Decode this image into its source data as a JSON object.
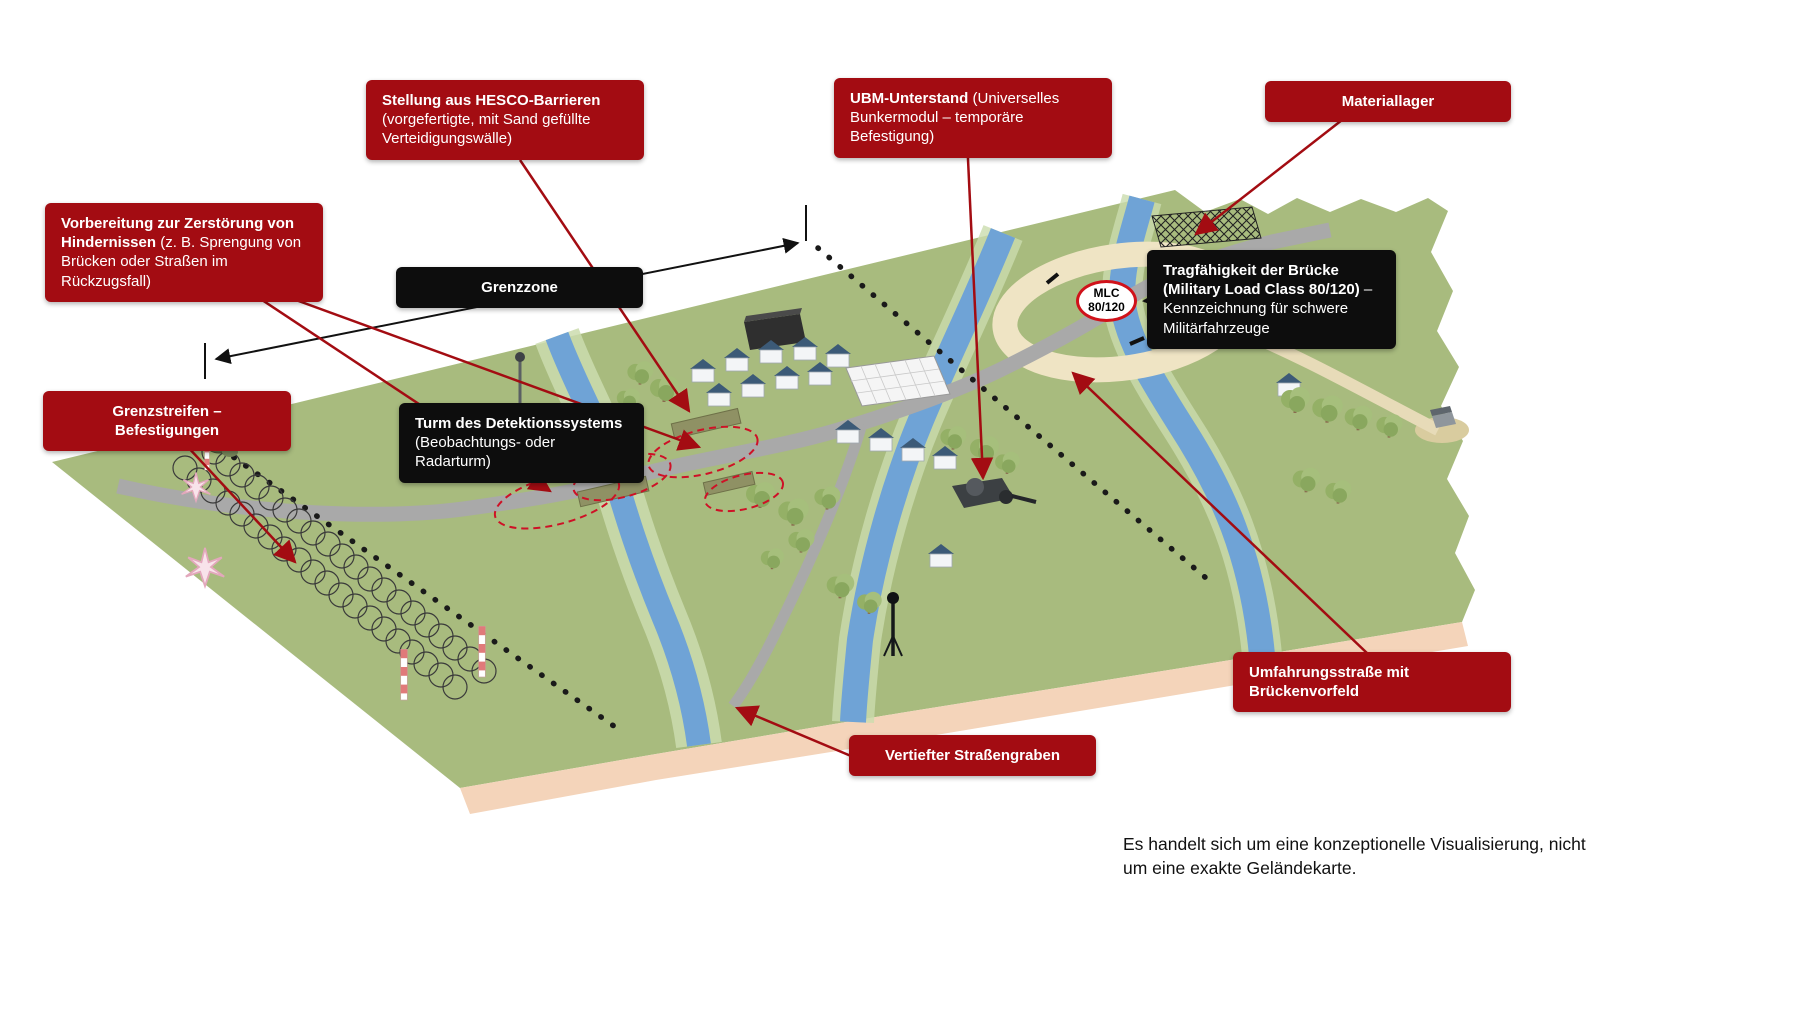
{
  "diagram": {
    "footer_note": "Es handelt sich um eine konzeptionelle Visualisierung, nicht um eine exakte Geländekarte.",
    "badge": {
      "line1": "MLC",
      "line2": "80/120"
    },
    "labels": {
      "hesco": {
        "title": "Stellung aus HESCO-Barrieren",
        "desc": "(vorgefertigte, mit Sand gefüllte Verteidigungswälle)"
      },
      "ubm": {
        "title": "UBM-Unterstand",
        "desc": " (Universelles Bunkermodul – temporäre Befestigung)"
      },
      "materiallager": {
        "title": "Materiallager"
      },
      "vorbereitung": {
        "title": "Vorbereitung zur Zerstörung von Hindernissen",
        "desc": " (z. B. Sprengung von Brücken oder Straßen im Rückzugsfall)"
      },
      "grenzzone": {
        "title": "Grenzzone"
      },
      "grenzstreifen": {
        "title": "Grenzstreifen – Befestigungen"
      },
      "turm": {
        "title": "Turm des Detektionssystems",
        "desc": "(Beobachtungs- oder Radarturm)"
      },
      "tragfaehigkeit": {
        "title": "Tragfähigkeit der Brücke (Military Load Class 80/120)",
        "desc": " – Kennzeichnung für schwere Militärfahrzeuge"
      },
      "umfahrung": {
        "title": "Umfahrungsstraße mit Brückenvorfeld"
      },
      "strassengraben": {
        "title": "Vertiefter Straßengraben"
      }
    },
    "colors": {
      "label_red": "#A30C12",
      "label_black": "#0D0D0D",
      "arrow_red": "#A30C12",
      "terrain_green": "#A8BB7E",
      "river_blue": "#6FA3D6",
      "road_gray": "#A9A9A9",
      "bypass_tan": "#EFE4C4",
      "front_edge_peach": "#F4D4BA",
      "demolition_dash_red": "#CE1126"
    }
  }
}
